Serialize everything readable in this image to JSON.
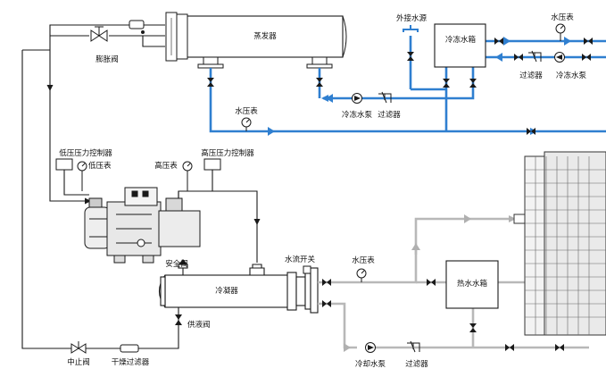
{
  "labels": {
    "expansion_valve": "膨胀阀",
    "evaporator": "蒸发器",
    "external_water_source": "外接水源",
    "chilled_water_tank": "冷冻水箱",
    "pressure_gauge_chilled_outlet": "水压表",
    "pressure_gauge_chilled_return": "水压表",
    "filter_chilled_right": "过滤器",
    "chilled_pump_right": "冷冻水泵",
    "chilled_pump_left": "冷冻水泵",
    "filter_chilled_left": "过滤器",
    "low_pressure_controller": "低压压力控制器",
    "low_pressure_gauge": "低压表",
    "high_pressure_gauge": "高压表",
    "high_pressure_controller": "高压压力控制器",
    "safety_valve": "安全阀",
    "flow_switch": "水流开关",
    "condenser": "冷凝器",
    "pressure_gauge_cooling": "水压表",
    "hot_water_tank": "热水水箱",
    "supply_valve": "供液阀",
    "stop_valve": "中止阀",
    "drying_filter": "干燥过滤器",
    "cooling_pump": "冷却水泵",
    "filter_cooling": "过滤器"
  },
  "colors": {
    "chilled_water": "#2f7fd0",
    "cooling_water": "#b8b8b8",
    "refrigerant": "#1a1a1a"
  }
}
